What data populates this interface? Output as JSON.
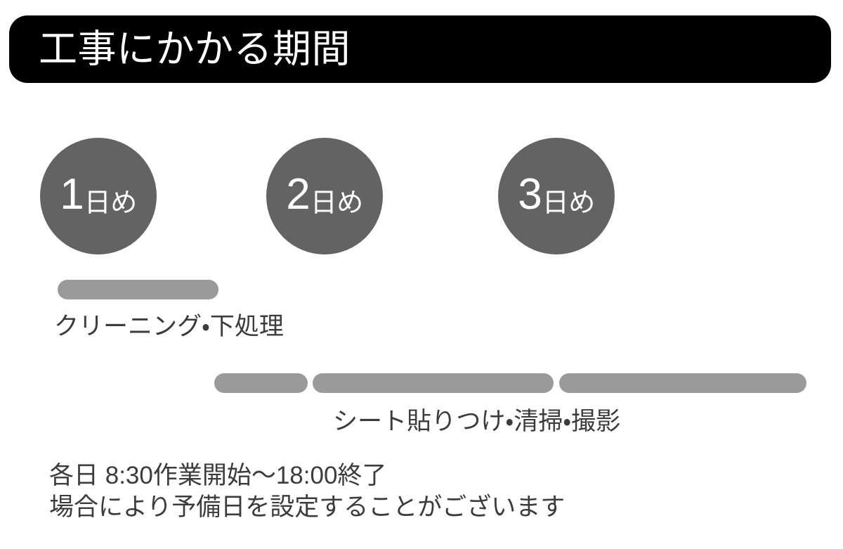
{
  "header": {
    "title": "工事にかかる期間",
    "background_color": "#000000",
    "text_color": "#ffffff"
  },
  "theme": {
    "circle_color": "#636363",
    "bar_color": "#9a9a9a",
    "text_color": "#3c3c3c",
    "page_background": "#ffffff"
  },
  "schedule": {
    "days": [
      {
        "number": "1",
        "suffix": "日め"
      },
      {
        "number": "2",
        "suffix": "日め"
      },
      {
        "number": "3",
        "suffix": "日め"
      }
    ],
    "rows": [
      {
        "label": "クリーニング・下処理",
        "segments": [
          {
            "id": "bar-1-1"
          }
        ]
      },
      {
        "label": "シート貼りつけ・清掃・撮影",
        "segments": [
          {
            "id": "bar-2-1"
          },
          {
            "id": "bar-2-2"
          },
          {
            "id": "bar-2-3"
          }
        ]
      }
    ]
  },
  "notes": [
    "各日 8:30作業開始〜18:00終了",
    "場合により予備日を設定することがございます"
  ]
}
